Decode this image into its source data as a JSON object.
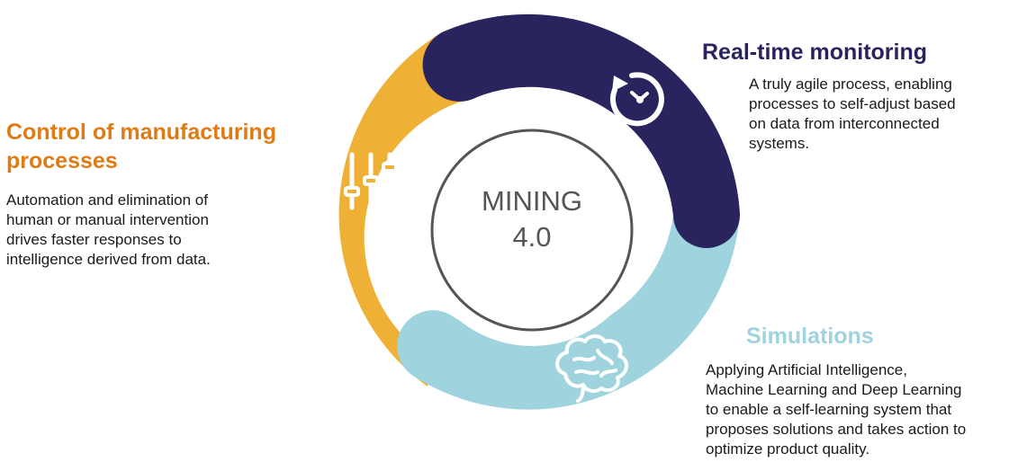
{
  "center": {
    "line1": "MINING",
    "line2": "4.0"
  },
  "sections": {
    "control": {
      "title_line1": "Control of manufacturing",
      "title_line2": "processes",
      "desc": [
        "Automation and elimination of",
        "human or manual intervention",
        "drives faster responses to",
        "intelligence derived from data."
      ],
      "color": "#e07b14",
      "segment_color": "#eeb135",
      "icon": "sliders-icon"
    },
    "monitoring": {
      "title": "Real-time monitoring",
      "desc": [
        "A truly agile process, enabling",
        "processes to self-adjust based",
        "on data from interconnected",
        "systems."
      ],
      "color": "#29245e",
      "segment_color": "#29245e",
      "icon": "clock-refresh-icon"
    },
    "simulations": {
      "title": "Simulations",
      "desc": [
        "Applying Artificial Intelligence,",
        "Machine Learning and Deep Learning",
        "to enable a self-learning system that",
        "proposes solutions and takes action to",
        "optimize product quality."
      ],
      "color": "#9fd4de",
      "segment_color": "#9fd4de",
      "icon": "brain-icon"
    }
  }
}
